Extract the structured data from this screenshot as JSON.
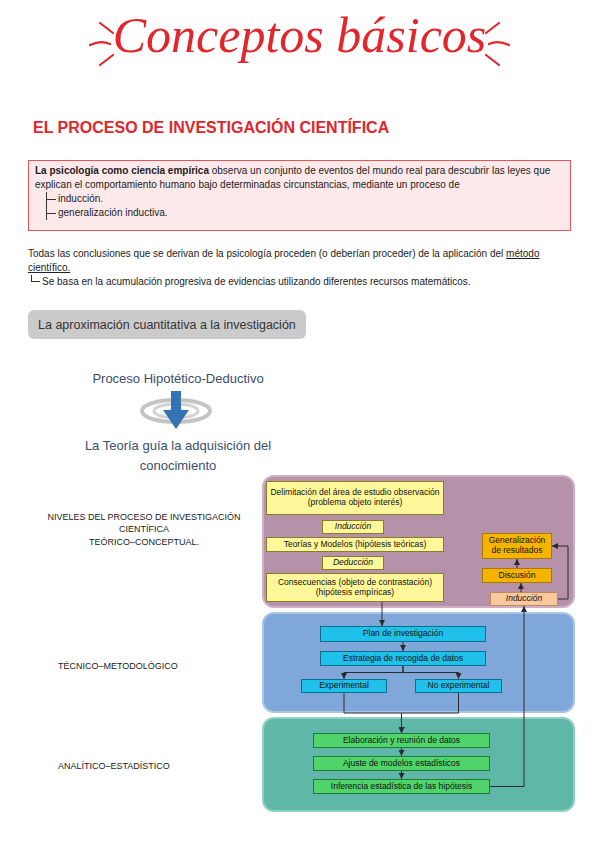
{
  "diagram": {
    "title": "Conceptos básicos",
    "nodes": [
      {
        "text": [
          "La psicología como ciencia empírica",
          "observa un conjunto de eventos del mundo real para descubrir las leyes que explican el comportamiento humano bajo determinadas circunstancias, mediante un proceso de",
          "inducción.",
          "generalización inductiva."
        ]
      },
      {
        "text": [
          "La aproximación cuantitativa a la investigación"
        ]
      },
      {
        "text": [
          "TEÓRICO–CONCEPTUAL."
        ]
      },
      {
        "text": [
          "Delimitación del área de estudio observación (problema objeto interés)"
        ],
        "in": 2
      },
      {
        "text": [
          "Inducción"
        ],
        "in": 2
      },
      {
        "text": [
          "Teorías y Modelos (hipótesis teóricas)"
        ],
        "in": 2
      },
      {
        "text": [
          "Deducción"
        ],
        "in": 2
      },
      {
        "text": [
          "Consecuencias (objeto de contrastación) (hipótesis empíricas)"
        ],
        "in": 2
      },
      {
        "text": [
          "Generalización de resultados"
        ],
        "in": 2
      },
      {
        "text": [
          "Discusión"
        ],
        "in": 2
      },
      {
        "text": [
          "Inducción"
        ],
        "in": 2
      },
      {
        "text": [
          "TÉCNICO–METODOLÓGICO"
        ]
      },
      {
        "text": [
          "Plan de investigación"
        ],
        "in": 11
      },
      {
        "text": [
          "Estrategia de recogida de datos"
        ],
        "in": 11
      },
      {
        "text": [
          "Experimental"
        ],
        "in": 11
      },
      {
        "text": [
          "No experimental"
        ],
        "in": 11
      },
      {
        "text": [
          "ANALÍTICO–ESTADÍSTICO"
        ]
      },
      {
        "text": [
          "Elaboración y reunión de datos"
        ],
        "in": 16
      },
      {
        "text": [
          "Ajuste de modelos estadísticos"
        ],
        "in": 16
      },
      {
        "text": [
          "Inferencia estadística de las hipótesis"
        ],
        "in": 16
      }
    ],
    "edges": [
      {
        "from": 7,
        "to": 12,
        "arrow": "to"
      },
      {
        "from": 12,
        "to": 13,
        "arrow": "to"
      },
      {
        "from": 13,
        "to": 14,
        "arrow": "to"
      },
      {
        "from": 13,
        "to": 15,
        "arrow": "to"
      },
      {
        "from": 14,
        "to": 17,
        "arrow": "to"
      },
      {
        "from": 15,
        "to": 17,
        "arrow": "to"
      },
      {
        "from": 17,
        "to": 18,
        "arrow": "to"
      },
      {
        "from": 18,
        "to": 19,
        "arrow": "to"
      },
      {
        "from": 19,
        "to": 10,
        "arrow": "to"
      },
      {
        "from": 10,
        "to": 9,
        "arrow": "to"
      },
      {
        "from": 9,
        "to": 8,
        "arrow": "to"
      },
      {
        "from": 10,
        "to": 8,
        "arrow": "to"
      }
    ],
    "labels": [
      "EL PROCESO DE INVESTIGACIÓN CIENTÍFICA",
      "Todas las conclusiones que se derivan de la psicología proceden (o deberían proceder) de la aplicación del",
      "método científico.",
      "Se basa en la acumulación progresiva de evidencias utilizando diferentes recursos matemáticos.",
      "Proceso Hipotético-Deductivo",
      "La Teoría guía la adquisición del conocimiento",
      "NIVELES DEL PROCESO DE INVESTIGACIÓN CIENTÍFICA"
    ]
  }
}
